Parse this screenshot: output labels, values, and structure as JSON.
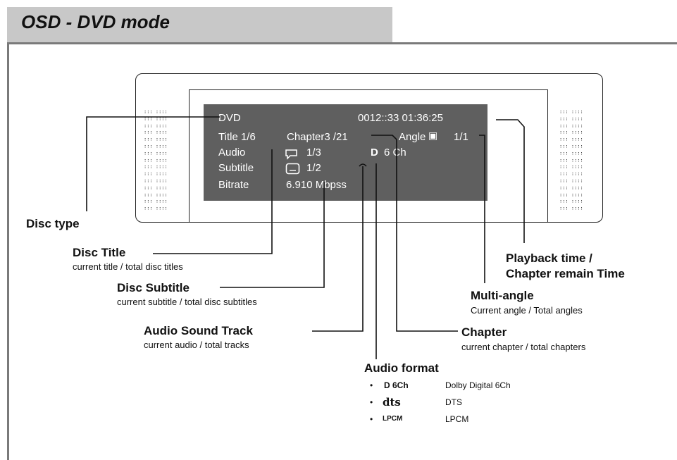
{
  "header": {
    "title": "OSD - DVD mode"
  },
  "osd": {
    "row1": {
      "disc": "DVD",
      "time": "0012::33  01:36:25"
    },
    "row2": {
      "title": "Title 1/6",
      "chapter": "Chapter3 /21",
      "angle_label": "Angle",
      "angle_value": "1/1"
    },
    "row3": {
      "audio_label": "Audio",
      "audio_value": "1/3",
      "format_d": "D",
      "format_ch": "6 Ch"
    },
    "row4": {
      "subtitle_label": "Subtitle",
      "subtitle_value": "1/2"
    },
    "row5": {
      "bitrate_label": "Bitrate",
      "bitrate_value": "6.910 Mbpss"
    }
  },
  "annotations": {
    "disc_type": {
      "title": "Disc type"
    },
    "disc_title": {
      "title": "Disc Title",
      "desc": "current title / total disc titles"
    },
    "disc_subtitle": {
      "title": "Disc Subtitle",
      "desc": "current subtitle / total disc subtitles"
    },
    "audio_track": {
      "title": "Audio Sound  Track",
      "desc": "current audio / total tracks"
    },
    "audio_format": {
      "title": "Audio format",
      "items": [
        {
          "icon": "D  6Ch",
          "desc": "Dolby Digital 6Ch"
        },
        {
          "icon": "dts",
          "desc": "DTS"
        },
        {
          "icon": "LPCM",
          "desc": "LPCM"
        }
      ]
    },
    "chapter": {
      "title": "Chapter",
      "desc": "current chapter / total chapters"
    },
    "multi_angle": {
      "title": "Multi-angle",
      "desc": "Current angle / Total angles"
    },
    "playback_time": {
      "title": "Playback time /",
      "title2": "Chapter remain Time"
    }
  }
}
